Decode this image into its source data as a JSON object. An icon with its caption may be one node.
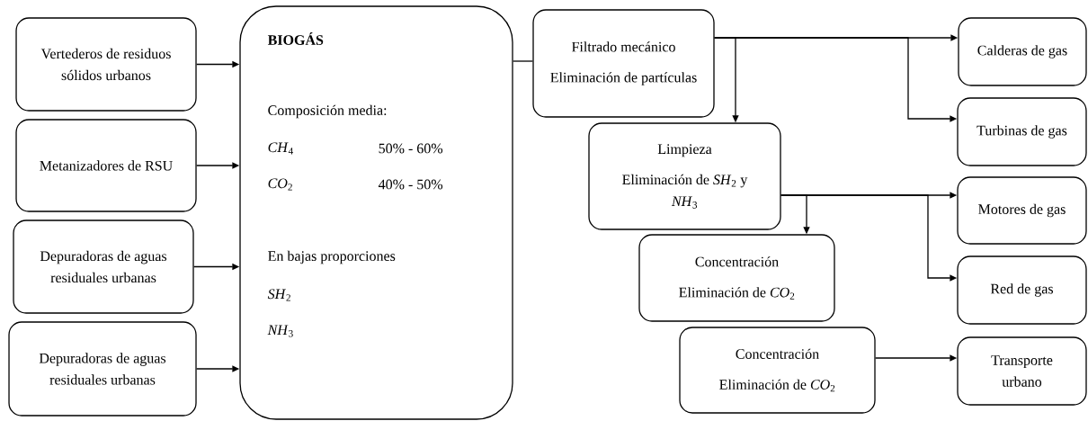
{
  "diagram": {
    "nodes": [
      {
        "text": [
          "Vertederos de residuos sólidos urbanos"
        ]
      },
      {
        "text": [
          "Metanizadores de RSU"
        ]
      },
      {
        "text": [
          "Depuradoras de aguas residuales urbanas"
        ]
      },
      {
        "text": [
          "Depuradoras de aguas residuales urbanas"
        ]
      },
      {
        "text": [
          "BIOGÁS",
          "Composición media:",
          "*CH*$_{4}$",
          "50% - 60%",
          "*CO*$_{2}$",
          "40% - 50%",
          "En bajas proporciones",
          "*SH*$_{2}$",
          "*NH*$_{3}$"
        ]
      },
      {
        "text": [
          "Filtrado mecánico",
          "Eliminación de partículas"
        ]
      },
      {
        "text": [
          "Limpieza",
          "Eliminación de *SH*$_{2}$ y *NH*$_{3}$"
        ]
      },
      {
        "text": [
          "Concentración",
          "Eliminación de *CO*$_{2}$"
        ]
      },
      {
        "text": [
          "Concentración",
          "Eliminación de *CO*$_{2}$"
        ]
      },
      {
        "text": [
          "Calderas de gas"
        ]
      },
      {
        "text": [
          "Turbinas de gas"
        ]
      },
      {
        "text": [
          "Motores de gas"
        ]
      },
      {
        "text": [
          "Red de gas"
        ]
      },
      {
        "text": [
          "Transporte urbano"
        ]
      }
    ],
    "edges": [
      {
        "from": 0,
        "to": 4,
        "arrow": "to"
      },
      {
        "from": 1,
        "to": 4,
        "arrow": "to"
      },
      {
        "from": 2,
        "to": 4,
        "arrow": "to"
      },
      {
        "from": 3,
        "to": 4,
        "arrow": "to"
      },
      {
        "from": 4,
        "to": 5,
        "arrow": "none"
      },
      {
        "from": 5,
        "to": 9,
        "arrow": "to"
      },
      {
        "from": 5,
        "to": 10,
        "arrow": "to"
      },
      {
        "from": 5,
        "to": 6,
        "arrow": "to"
      },
      {
        "from": 6,
        "to": 11,
        "arrow": "to"
      },
      {
        "from": 6,
        "to": 12,
        "arrow": "to"
      },
      {
        "from": 6,
        "to": 7,
        "arrow": "to"
      },
      {
        "from": 8,
        "to": 13,
        "arrow": "to"
      }
    ]
  }
}
